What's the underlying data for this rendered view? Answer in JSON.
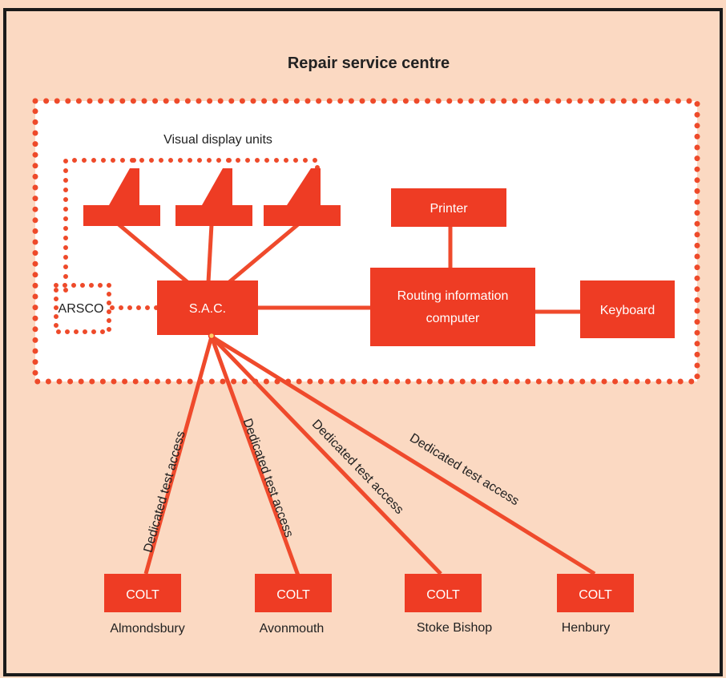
{
  "title": "Repair service centre",
  "vdu_group_label": "Visual display units",
  "nodes": {
    "arsco": "ARSCO",
    "sac": "S.A.C.",
    "printer": "Printer",
    "routing_line1": "Routing information",
    "routing_line2": "computer",
    "keyboard": "Keyboard"
  },
  "link_label": "Dedicated test access",
  "colts": [
    {
      "box": "COLT",
      "place": "Almondsbury"
    },
    {
      "box": "COLT",
      "place": "Avonmouth"
    },
    {
      "box": "COLT",
      "place": "Stoke Bishop"
    },
    {
      "box": "COLT",
      "place": "Henbury"
    }
  ],
  "colors": {
    "background": "#fbd9c2",
    "panel": "#ffffff",
    "block": "#ee3c24",
    "line": "#ef4a2c",
    "dots": "#ee4a2a",
    "frame": "#1a1a1a",
    "block_text": "#ffffff",
    "text": "#222222"
  }
}
